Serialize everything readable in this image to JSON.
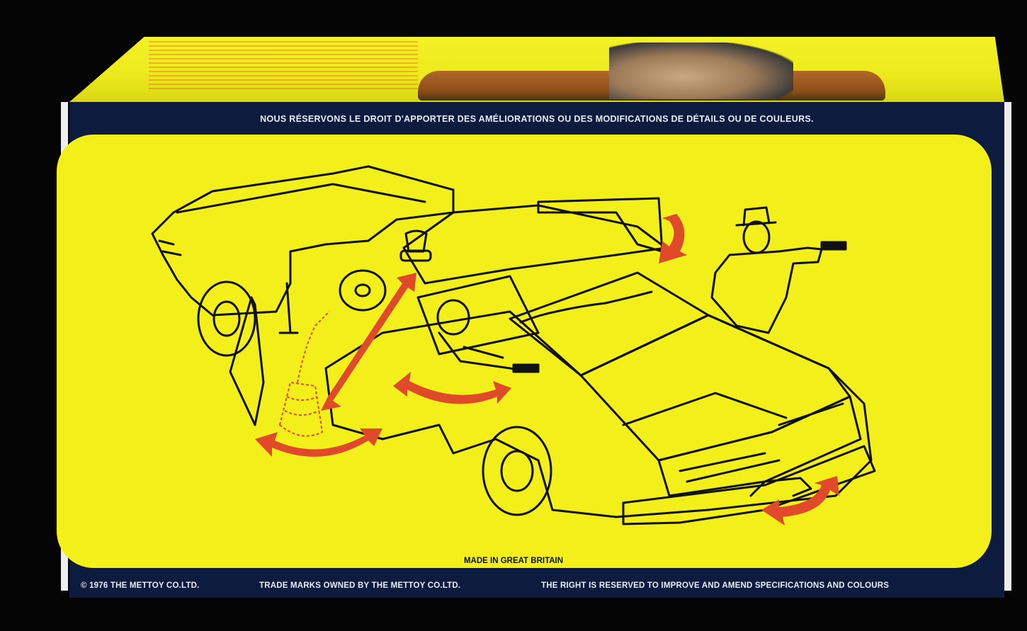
{
  "notice_french": "NOUS RÉSERVONS LE DROIT D'APPORTER DES AMÉLIORATIONS OU DES MODIFICATIONS   DE DÉTAILS OU DE COULEURS.",
  "made_in": "MADE IN GREAT BRITAIN",
  "footer": {
    "copyright": "© 1976 THE METTOY CO.LTD.",
    "trademarks": "TRADE MARKS OWNED BY THE METTOY CO.LTD.",
    "rights": "THE RIGHT IS RESERVED TO IMPROVE AND AMEND SPECIFICATIONS AND COLOURS"
  },
  "colors": {
    "panel_yellow": "#f3ef1a",
    "box_navy": "#0d1b3e",
    "arrow_red": "#e0492a",
    "line_black": "#111111"
  }
}
